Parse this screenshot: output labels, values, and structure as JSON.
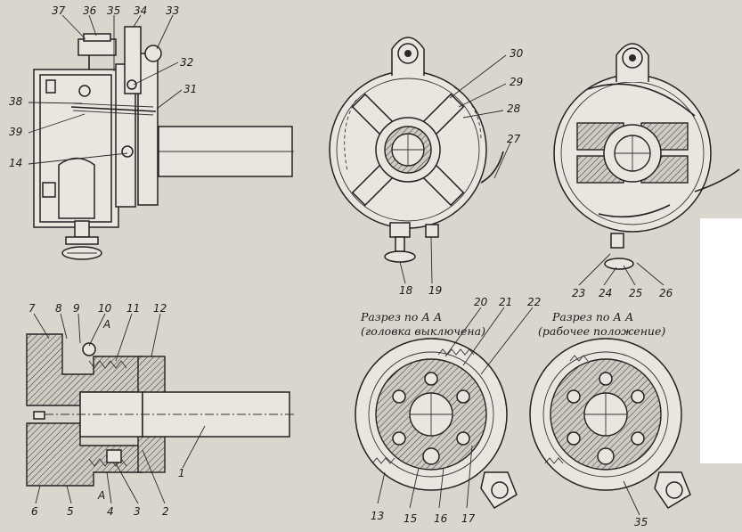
{
  "callouts": {
    "view_side": [
      "37",
      "36",
      "35",
      "34",
      "33",
      "32",
      "31",
      "38",
      "39",
      "14"
    ],
    "view_front": [
      "30",
      "29",
      "28",
      "27",
      "18",
      "19"
    ],
    "view_rear": [
      "23",
      "24",
      "25",
      "26"
    ],
    "section": [
      "7",
      "8",
      "9",
      "10",
      "11",
      "12",
      "1",
      "2",
      "3",
      "4",
      "5",
      "6"
    ],
    "section_mark_top": "A",
    "section_mark_bottom": "A",
    "cut_off": [
      "13",
      "15",
      "16",
      "17",
      "20",
      "21",
      "22"
    ],
    "working": [
      "35"
    ]
  },
  "captions": {
    "cut_off_line1": "Разрез по А А",
    "cut_off_line2": "(головка выключена)",
    "working_line1": "Разрез по А А",
    "working_line2": "(рабочее положение)"
  },
  "colors": {
    "paper": "#d9d6ce",
    "ink": "#1b1b1b",
    "panel": "#ffffff"
  }
}
